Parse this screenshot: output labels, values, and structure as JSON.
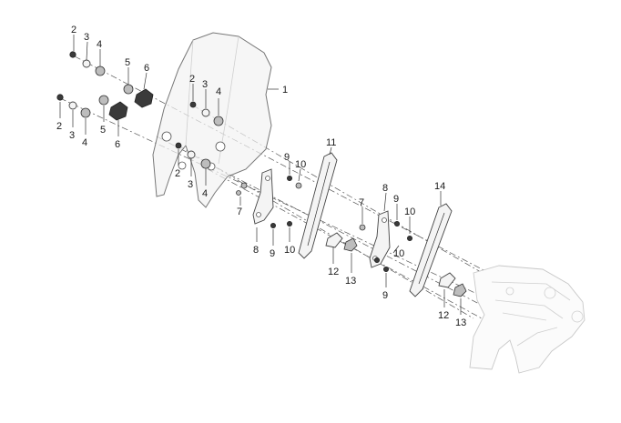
{
  "callouts": [
    {
      "id": "c1",
      "text": "1"
    },
    {
      "id": "c2a",
      "text": "2"
    },
    {
      "id": "c3a",
      "text": "3"
    },
    {
      "id": "c4a",
      "text": "4"
    },
    {
      "id": "c5a",
      "text": "5"
    },
    {
      "id": "c6a",
      "text": "6"
    },
    {
      "id": "c2b",
      "text": "2"
    },
    {
      "id": "c3b",
      "text": "3"
    },
    {
      "id": "c4b",
      "text": "4"
    },
    {
      "id": "c5b",
      "text": "5"
    },
    {
      "id": "c6b",
      "text": "6"
    },
    {
      "id": "c2c",
      "text": "2"
    },
    {
      "id": "c3c",
      "text": "3"
    },
    {
      "id": "c4c",
      "text": "4"
    },
    {
      "id": "c2d",
      "text": "2"
    },
    {
      "id": "c3d",
      "text": "3"
    },
    {
      "id": "c4d",
      "text": "4"
    },
    {
      "id": "c7a",
      "text": "7"
    },
    {
      "id": "c8a",
      "text": "8"
    },
    {
      "id": "c9a",
      "text": "9"
    },
    {
      "id": "c9b",
      "text": "9"
    },
    {
      "id": "c10a",
      "text": "10"
    },
    {
      "id": "c10b",
      "text": "10"
    },
    {
      "id": "c11",
      "text": "11"
    },
    {
      "id": "c12a",
      "text": "12"
    },
    {
      "id": "c13a",
      "text": "13"
    },
    {
      "id": "c7b",
      "text": "7"
    },
    {
      "id": "c8b",
      "text": "8"
    },
    {
      "id": "c9c",
      "text": "9"
    },
    {
      "id": "c10c",
      "text": "10"
    },
    {
      "id": "c10d",
      "text": "10"
    },
    {
      "id": "c9d",
      "text": "9"
    },
    {
      "id": "c14",
      "text": "14"
    },
    {
      "id": "c12b",
      "text": "12"
    },
    {
      "id": "c13b",
      "text": "13"
    }
  ]
}
